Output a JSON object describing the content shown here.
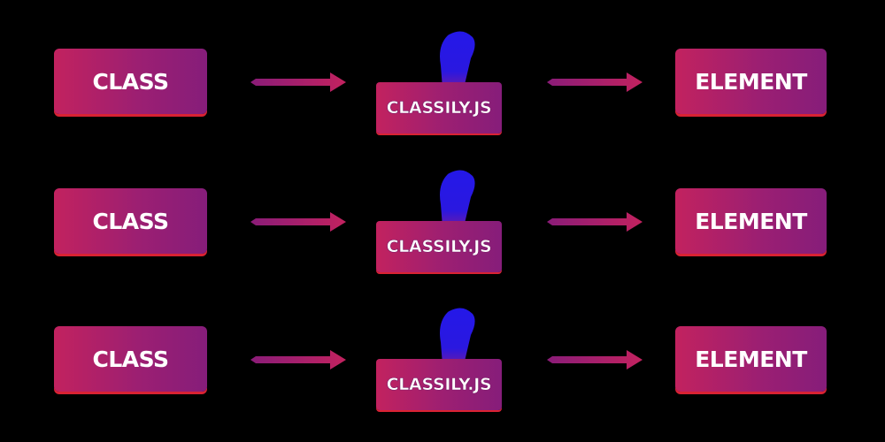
{
  "diagram": {
    "rows": [
      {
        "source": "CLASS",
        "processor": "CLASSILY.JS",
        "target": "ELEMENT"
      },
      {
        "source": "CLASS",
        "processor": "CLASSILY.JS",
        "target": "ELEMENT"
      },
      {
        "source": "CLASS",
        "processor": "CLASSILY.JS",
        "target": "ELEMENT"
      }
    ],
    "colors": {
      "background": "#000000",
      "box_gradient_start": "#c2225f",
      "box_gradient_end": "#861d7a",
      "box_shadow": "#ff283c",
      "stamp_handle": "#2418e8",
      "arrow": "#b0207a"
    },
    "icons": {
      "processor_handle": "stamp-handle-icon",
      "connector": "arrow-right-icon"
    }
  }
}
